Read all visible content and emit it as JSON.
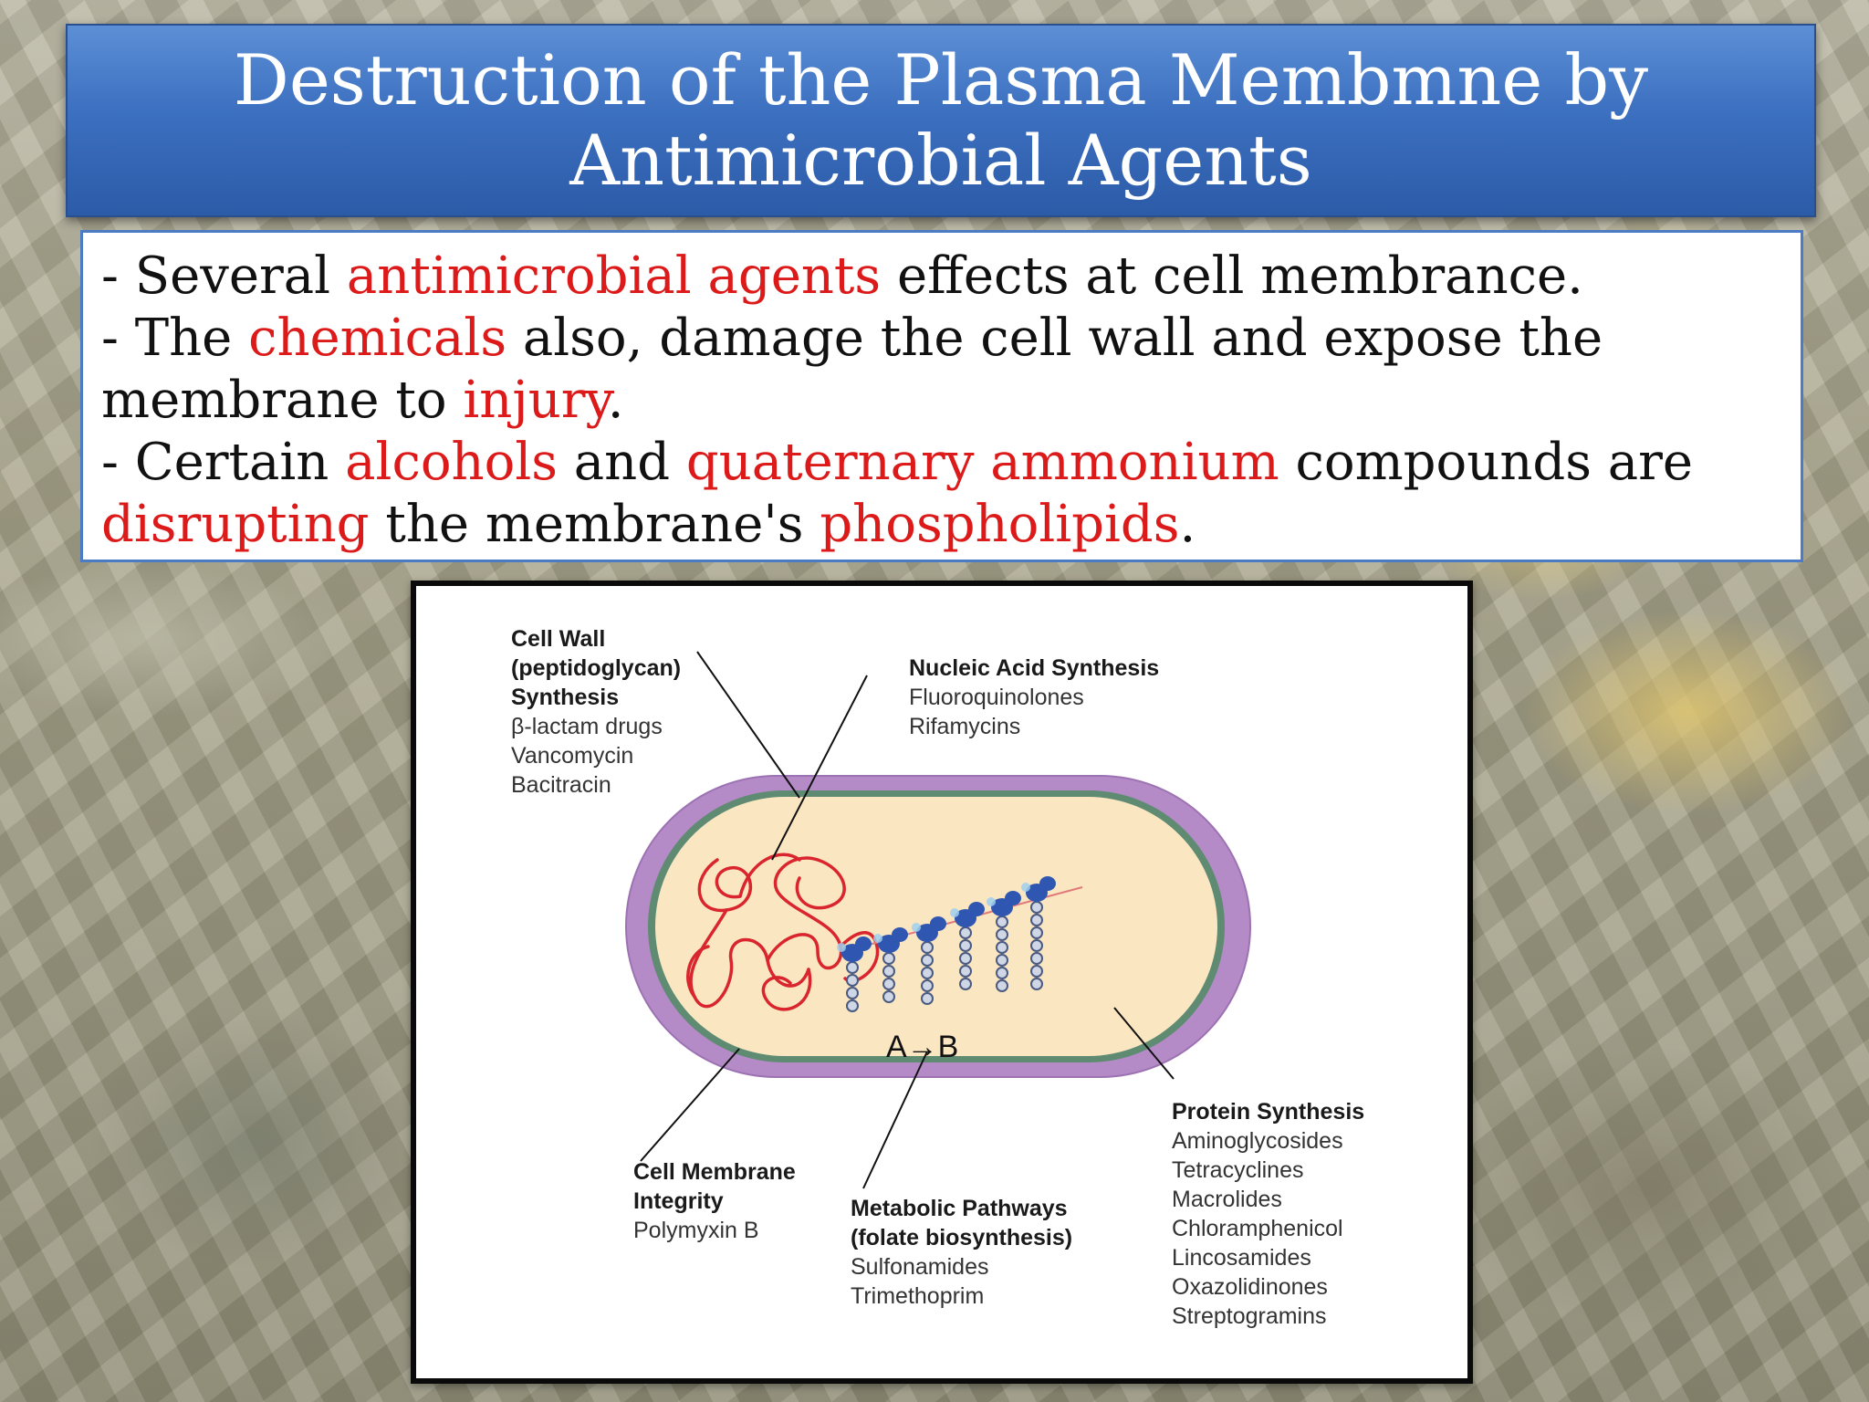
{
  "title": {
    "line1": "Destruction of the Plasma Membmne by",
    "line2": "Antimicrobial Agents"
  },
  "bullets": {
    "l1_a": "- Several ",
    "l1_b": "antimicrobial agents",
    "l1_c": " effects at cell membrance.",
    "l2_a": "- The ",
    "l2_b": "chemicals",
    "l2_c": " also, damage the cell wall and expose the",
    "l3_a": "membrane to ",
    "l3_b": "injury",
    "l3_c": ".",
    "l4_a": "- Certain ",
    "l4_b": "alcohols",
    "l4_c": " and ",
    "l4_d": "quaternary ammonium",
    "l4_e": " compounds are",
    "l5_a": "disrupting",
    "l5_b": " the membrane's ",
    "l5_c": "phospholipids",
    "l5_d": "."
  },
  "diagram": {
    "cell_wall": {
      "h1": "Cell Wall",
      "h2": "(peptidoglycan)",
      "h3": "Synthesis",
      "items": [
        "β-lactam drugs",
        "Vancomycin",
        "Bacitracin"
      ]
    },
    "nucleic": {
      "h1": "Nucleic Acid Synthesis",
      "items": [
        "Fluoroquinolones",
        "Rifamycins"
      ]
    },
    "membrane": {
      "h1": "Cell Membrane",
      "h2": "Integrity",
      "items": [
        "Polymyxin B"
      ]
    },
    "metabolic": {
      "h1": "Metabolic Pathways",
      "h2": "(folate biosynthesis)",
      "items": [
        "Sulfonamides",
        "Trimethoprim"
      ]
    },
    "protein": {
      "h1": "Protein Synthesis",
      "items": [
        "Aminoglycosides",
        "Tetracyclines",
        "Macrolides",
        "Chloramphenicol",
        "Lincosamides",
        "Oxazolidinones",
        "Streptogramins"
      ]
    },
    "reaction": "A→B"
  },
  "colors": {
    "title_blue": "#3c70c0",
    "highlight_red": "#dd1a1a",
    "cytoplasm": "#fbe6c2",
    "outer_wall": "#b48bc6",
    "inner_membrane": "#5e8b72",
    "dna": "#d9262e",
    "ribosome": "#2f56b0"
  }
}
